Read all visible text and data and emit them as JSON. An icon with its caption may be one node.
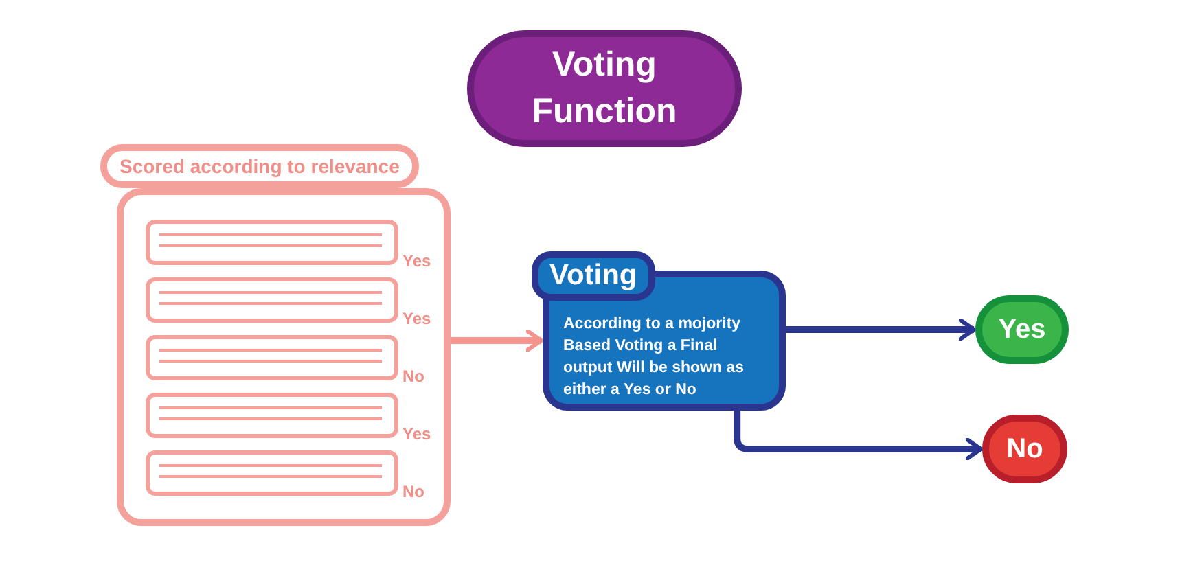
{
  "diagram": {
    "nodes": [
      {
        "text": [
          "Voting Function"
        ]
      },
      {
        "text": [
          "Scored according to relevance"
        ]
      },
      {
        "text": [],
        "shape": "box",
        "in": 1,
        "beside": [
          "Yes"
        ]
      },
      {
        "text": [],
        "shape": "box",
        "in": 1,
        "beside": [
          "Yes"
        ]
      },
      {
        "text": [],
        "shape": "box",
        "in": 1,
        "beside": [
          "No"
        ]
      },
      {
        "text": [],
        "shape": "box",
        "in": 1,
        "beside": [
          "Yes"
        ]
      },
      {
        "text": [],
        "shape": "box",
        "in": 1,
        "beside": [
          "No"
        ]
      },
      {
        "text": [
          "Voting",
          "According to a mojority Based Voting a Final output Will be shown as either a Yes or No"
        ]
      },
      {
        "text": [
          "Yes"
        ]
      },
      {
        "text": [
          "No"
        ]
      }
    ],
    "edges": [
      {
        "from": 1,
        "to": 7,
        "arrow": "to",
        "color": "#f4948f"
      },
      {
        "from": 7,
        "to": 8,
        "arrow": "to"
      },
      {
        "from": 7,
        "to": 9,
        "arrow": "to"
      }
    ]
  }
}
